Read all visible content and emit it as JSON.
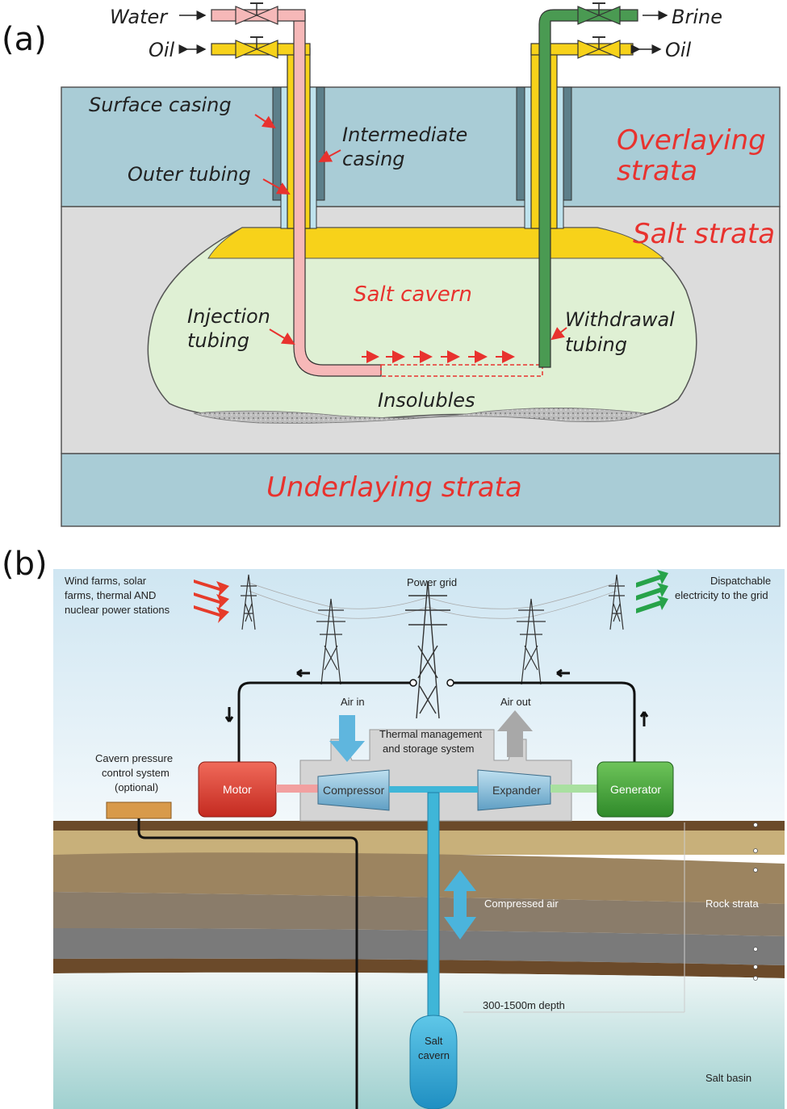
{
  "panel_a": {
    "letter": "(a)",
    "labels": {
      "water": "Water",
      "oil_left": "Oil",
      "brine": "Brine",
      "oil_right": "Oil",
      "surface_casing": "Surface casing",
      "intermediate_casing_1": "Intermediate",
      "intermediate_casing_2": "casing",
      "outer_tubing": "Outer tubing",
      "overlaying_1": "Overlaying",
      "overlaying_2": "strata",
      "salt_strata": "Salt strata",
      "salt_cavern": "Salt cavern",
      "injection_1": "Injection",
      "injection_2": "tubing",
      "withdrawal_1": "Withdrawal",
      "withdrawal_2": "tubing",
      "insolubles": "Insolubles",
      "underlaying": "Underlaying  strata"
    }
  },
  "panel_b": {
    "letter": "(b)",
    "labels": {
      "sources_1": "Wind farms, solar",
      "sources_2": "farms, thermal AND",
      "sources_3": "nuclear power stations",
      "power_grid": "Power grid",
      "dispatch_1": "Dispatchable",
      "dispatch_2": "electricity to the grid",
      "air_in": "Air in",
      "air_out": "Air out",
      "thermal_1": "Thermal management",
      "thermal_2": "and storage system",
      "cavern_ctrl_1": "Cavern pressure",
      "cavern_ctrl_2": "control system",
      "cavern_ctrl_3": "(optional)",
      "motor": "Motor",
      "compressor": "Compressor",
      "expander": "Expander",
      "generator": "Generator",
      "compressed_air": "Compressed air",
      "rock_strata": "Rock strata",
      "depth": "300-1500m depth",
      "salt_cavern_1": "Salt",
      "salt_cavern_2": "cavern",
      "salt_basin": "Salt basin"
    }
  },
  "colors": {
    "overlay": "#a9ccd6",
    "salt": "#dcdcdc",
    "cavern": "#dff0d4",
    "yellow": "#f7d21a",
    "pink": "#f6b8b8",
    "green_tube": "#4a9a52",
    "red_label": "#e8322e"
  }
}
